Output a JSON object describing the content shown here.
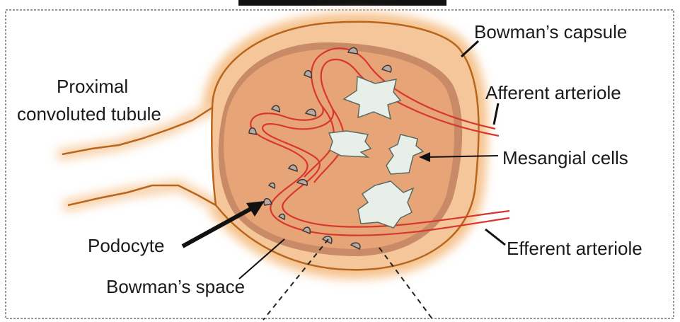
{
  "labels": {
    "bowmans_capsule": "Bowman’s capsule",
    "proximal_line1": "Proximal",
    "proximal_line2": "convoluted tubule",
    "afferent_arteriole": "Afferent arteriole",
    "mesangial_cells": "Mesangial cells",
    "podocyte": "Podocyte",
    "efferent_arteriole": "Efferent  arteriole",
    "bowmans_space": "Bowman’s space"
  },
  "colors": {
    "capsule_glow": "#f6c38e",
    "capsule_fill": "#f4c69a",
    "capsule_line": "#b8651d",
    "glomerulus_fill": "#e7a477",
    "glomerulus_rim": "#c98a67",
    "vessel_red": "#d8372d",
    "mesangial_fill": "#e8efe9",
    "podocyte_fill": "#b9a9a3",
    "frame": "#6b6b6b"
  }
}
